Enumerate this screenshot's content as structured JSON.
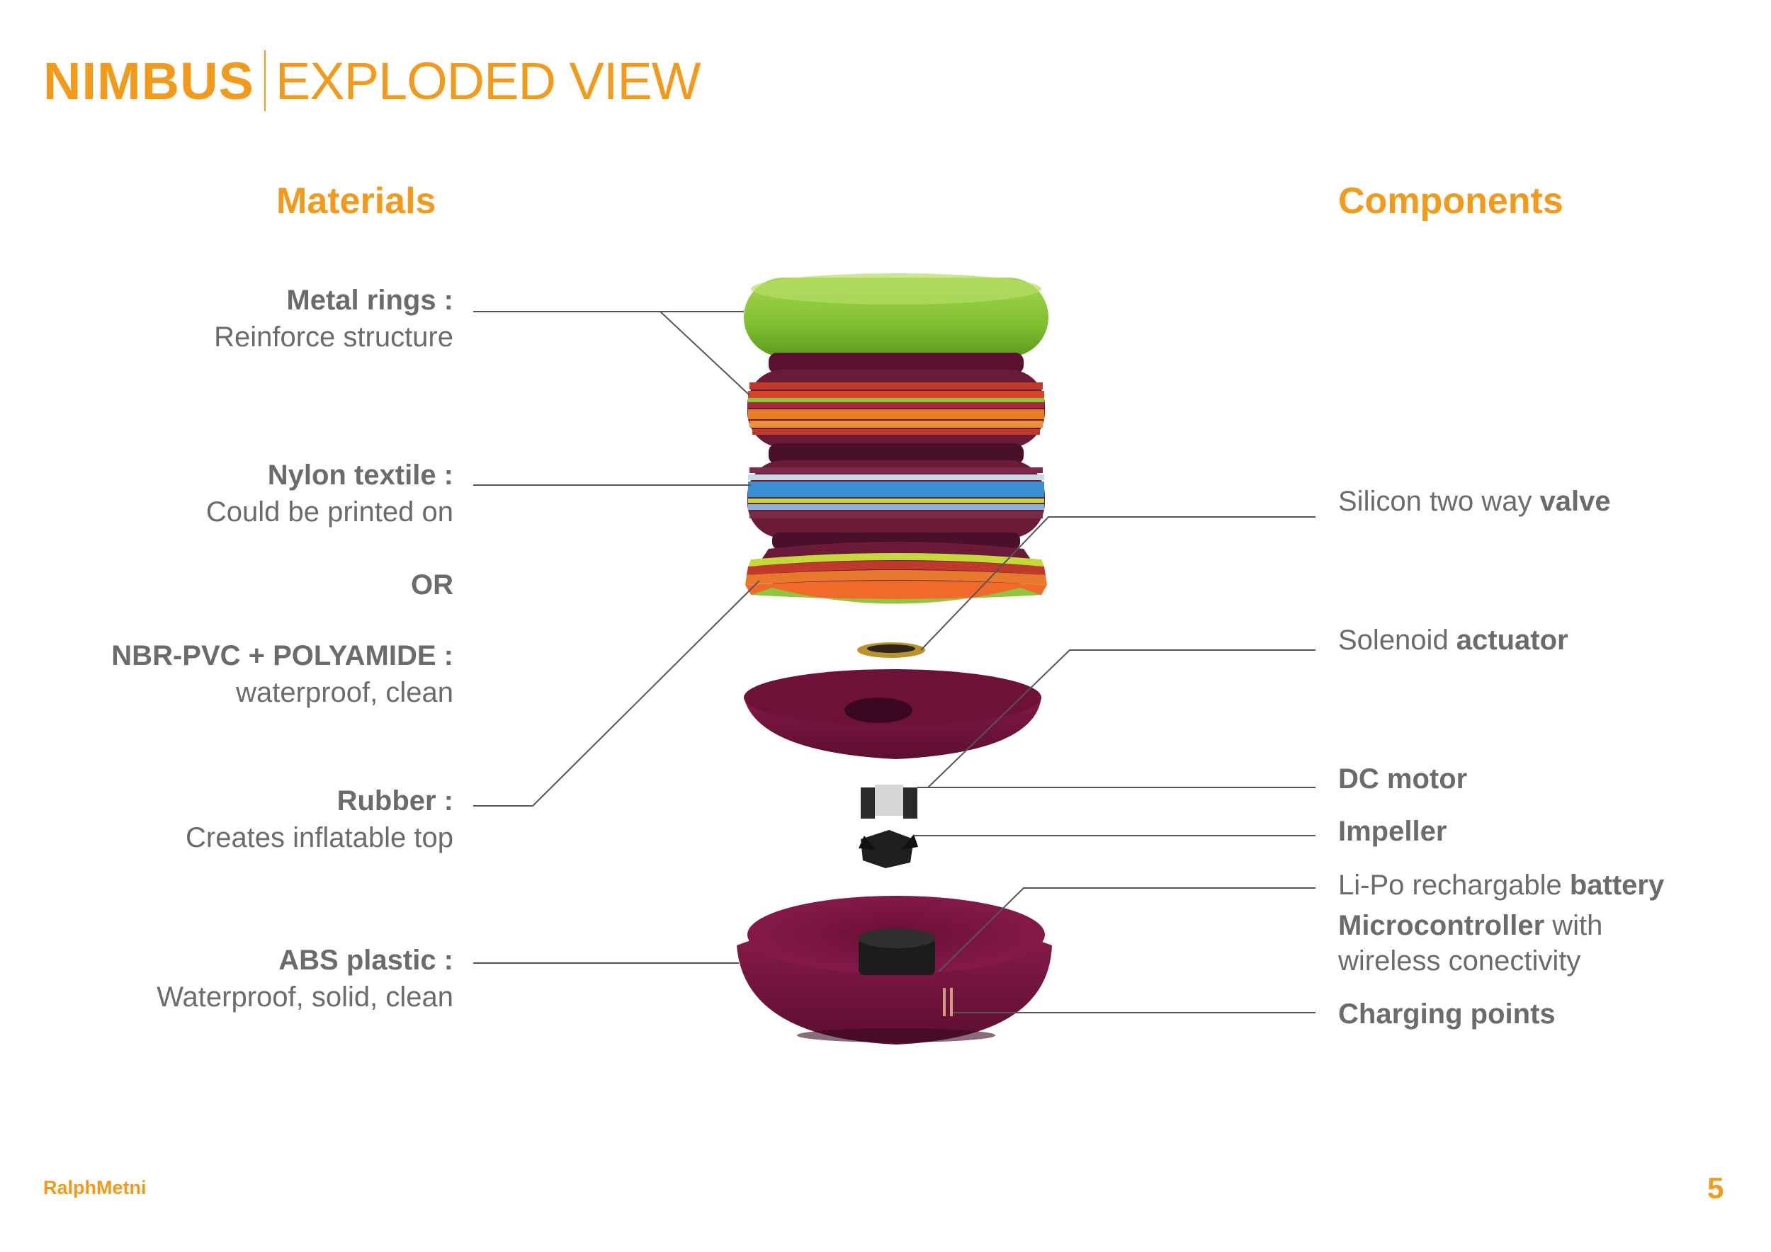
{
  "header": {
    "brand": "NIMBUS",
    "title": "EXPLODED VIEW"
  },
  "materials": {
    "heading": "Materials",
    "items": [
      {
        "label": "Metal rings :",
        "desc": "Reinforce structure"
      },
      {
        "label": "Nylon textile :",
        "desc": "Could be printed on"
      },
      {
        "label": "OR",
        "desc": ""
      },
      {
        "label": "NBR-PVC + POLYAMIDE :",
        "desc": "waterproof, clean"
      },
      {
        "label": "Rubber :",
        "desc": "Creates inflatable top"
      },
      {
        "label": "ABS plastic :",
        "desc": "Waterproof, solid, clean"
      }
    ]
  },
  "components": {
    "heading": "Components",
    "items": [
      {
        "pre": "Silicon two way ",
        "bold": "valve",
        "post": ""
      },
      {
        "pre": "Solenoid ",
        "bold": "actuator",
        "post": ""
      },
      {
        "pre": "",
        "bold": "DC motor",
        "post": ""
      },
      {
        "pre": "",
        "bold": "Impeller",
        "post": ""
      },
      {
        "pre": "Li-Po rechargable ",
        "bold": "battery",
        "post": ""
      },
      {
        "pre": "",
        "bold": "Microcontroller",
        "post": " with"
      },
      {
        "pre": "wireless conectivity",
        "bold": "",
        "post": ""
      },
      {
        "pre": "",
        "bold": "Charging points",
        "post": ""
      }
    ]
  },
  "footer": {
    "author": "RalphMetni",
    "page": "5"
  },
  "colors": {
    "accent": "#F29A1B",
    "text": "#6b6b6b",
    "green": "#8DC63F",
    "plum": "#7A1440",
    "line": "#555555"
  }
}
